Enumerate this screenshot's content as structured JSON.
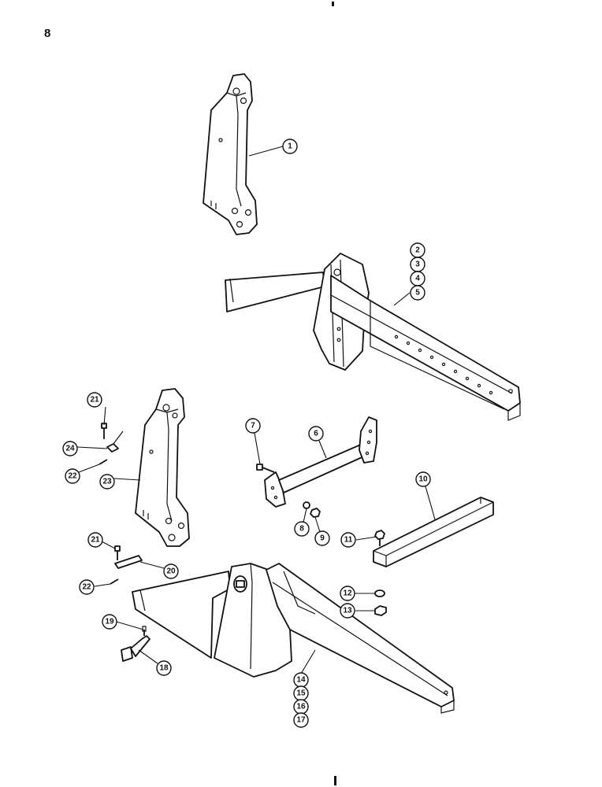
{
  "page_number": "8",
  "callouts": {
    "c1": "1",
    "c2": "2",
    "c3": "3",
    "c4": "4",
    "c5": "5",
    "c6": "6",
    "c7": "7",
    "c8": "8",
    "c9": "9",
    "c10": "10",
    "c11": "11",
    "c12": "12",
    "c13": "13",
    "c14": "14",
    "c15": "15",
    "c16": "16",
    "c17": "17",
    "c18": "18",
    "c19": "19",
    "c20": "20",
    "c21a": "21",
    "c21b": "21",
    "c22a": "22",
    "c22b": "22",
    "c23": "23",
    "c24": "24"
  }
}
